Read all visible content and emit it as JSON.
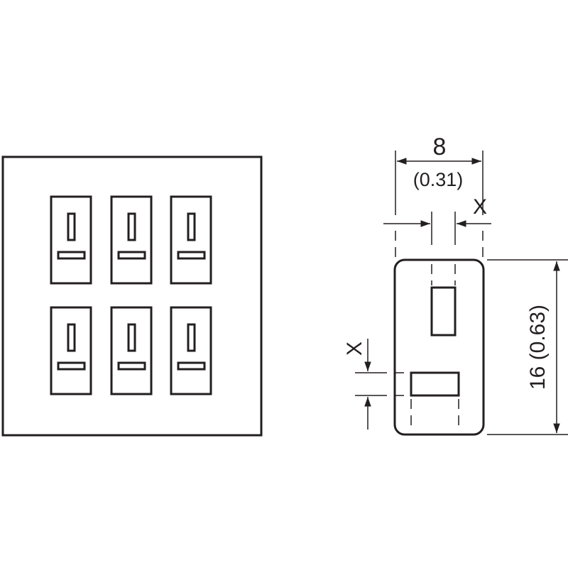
{
  "dimensions": {
    "width_value": "8",
    "width_inch": "(0.31)",
    "gap_label_top": "X",
    "gap_label_left": "X",
    "height_label": "16 (0.63)"
  },
  "left_view": {
    "rows": 2,
    "columns": 3,
    "contacts": [
      "contact-1",
      "contact-2",
      "contact-3",
      "contact-4",
      "contact-5",
      "contact-6"
    ]
  }
}
